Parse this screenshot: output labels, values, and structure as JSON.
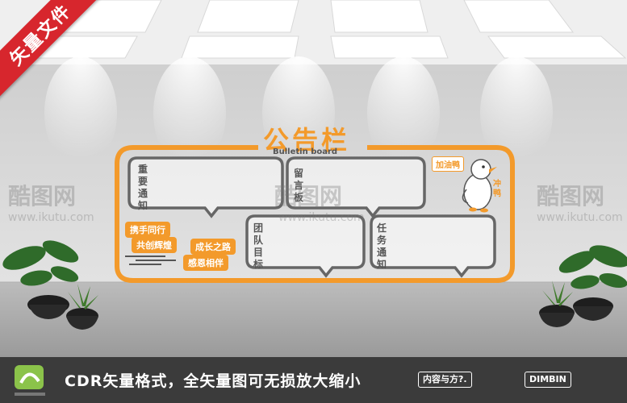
{
  "ribbon": {
    "label": "矢量文件",
    "color": "#d7262d"
  },
  "board": {
    "title": "公告栏",
    "subtitle": "Bulletin board",
    "accent_color": "#f39a2b",
    "panels": [
      {
        "label": "重要通知"
      },
      {
        "label": "留言板"
      },
      {
        "label": "团队目标"
      },
      {
        "label": "任务通知"
      }
    ],
    "tags": [
      "携手同行",
      "共创辉煌",
      "成长之路",
      "感恩相伴"
    ],
    "mascot": {
      "badge": "加油鸭",
      "caption": "冲鸭",
      "icon": "duck-icon"
    }
  },
  "watermarks": {
    "brand": "酷图网",
    "url": "www.ikutu.com"
  },
  "footer": {
    "text": "CDR矢量格式，全矢量图可无损放大缩小",
    "box_left": "内容与方?.",
    "box_right": "DIMBIN"
  }
}
